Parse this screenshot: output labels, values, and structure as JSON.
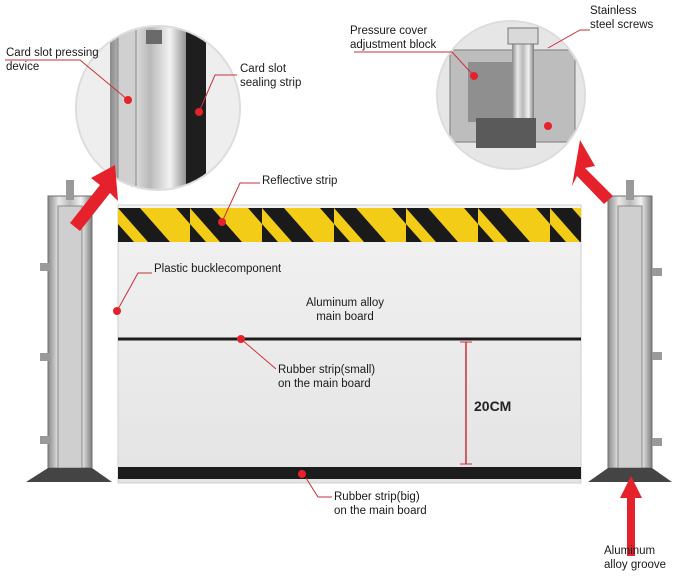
{
  "labels": {
    "card_slot_pressing": {
      "line1": "Card slot pressing",
      "line2": "device"
    },
    "card_slot_sealing": {
      "line1": "Card slot",
      "line2": "sealing strip"
    },
    "pressure_cover": {
      "line1": "Pressure cover",
      "line2": "adjustment block"
    },
    "stainless_screws": {
      "line1": "Stainless",
      "line2": "steel screws"
    },
    "reflective_strip": {
      "line1": "Reflective strip"
    },
    "plastic_buckle": {
      "line1": "Plastic bucklecomponent"
    },
    "main_board": {
      "line1": "Aluminum alloy",
      "line2": "main board"
    },
    "rubber_small": {
      "line1": "Rubber strip(small)",
      "line2": "on the main board"
    },
    "rubber_big": {
      "line1": "Rubber strip(big)",
      "line2": "on the main board"
    },
    "groove": {
      "line1": "Aluminum",
      "line2": "alloy groove"
    }
  },
  "dimension": "20CM",
  "colors": {
    "marker": "#e5222c",
    "stripe_yellow": "#f2cc16",
    "stripe_black": "#1a1a1a",
    "board": "#ebebeb",
    "leader": "#c8323a"
  }
}
